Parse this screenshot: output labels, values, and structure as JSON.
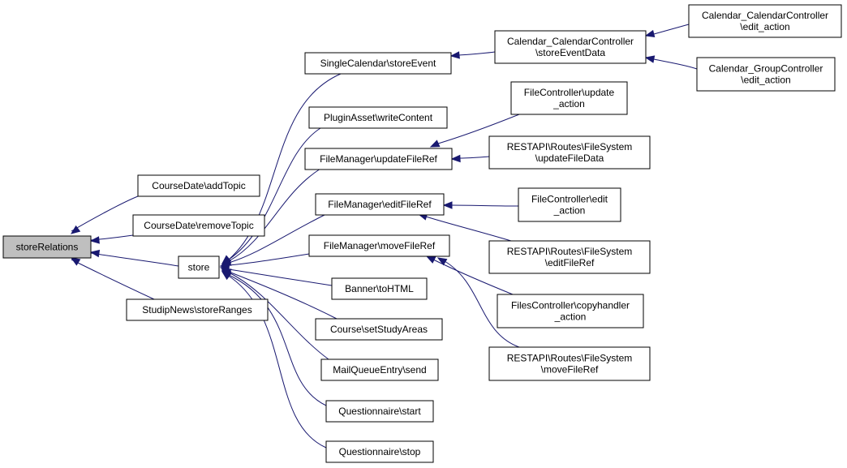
{
  "diagram": {
    "nodes": [
      {
        "id": "storeRelations",
        "lines": [
          "storeRelations"
        ],
        "root": true
      },
      {
        "id": "addTopic",
        "lines": [
          "CourseDate\\addTopic"
        ]
      },
      {
        "id": "removeTopic",
        "lines": [
          "CourseDate\\removeTopic"
        ]
      },
      {
        "id": "store",
        "lines": [
          "store"
        ]
      },
      {
        "id": "storeRanges",
        "lines": [
          "StudipNews\\storeRanges"
        ]
      },
      {
        "id": "storeEvent",
        "lines": [
          "SingleCalendar\\storeEvent"
        ]
      },
      {
        "id": "writeContent",
        "lines": [
          "PluginAsset\\writeContent"
        ]
      },
      {
        "id": "updateFileRef",
        "lines": [
          "FileManager\\updateFileRef"
        ]
      },
      {
        "id": "editFileRef",
        "lines": [
          "FileManager\\editFileRef"
        ]
      },
      {
        "id": "moveFileRef",
        "lines": [
          "FileManager\\moveFileRef"
        ]
      },
      {
        "id": "toHTML",
        "lines": [
          "Banner\\toHTML"
        ]
      },
      {
        "id": "setStudyAreas",
        "lines": [
          "Course\\setStudyAreas"
        ]
      },
      {
        "id": "send",
        "lines": [
          "MailQueueEntry\\send"
        ]
      },
      {
        "id": "qstart",
        "lines": [
          "Questionnaire\\start"
        ]
      },
      {
        "id": "qstop",
        "lines": [
          "Questionnaire\\stop"
        ]
      },
      {
        "id": "storeEventData",
        "lines": [
          "Calendar_CalendarController",
          "\\storeEventData"
        ]
      },
      {
        "id": "calEdit",
        "lines": [
          "Calendar_CalendarController",
          "\\edit_action"
        ]
      },
      {
        "id": "groupEdit",
        "lines": [
          "Calendar_GroupController",
          "\\edit_action"
        ]
      },
      {
        "id": "fcUpdate",
        "lines": [
          "FileController\\update",
          "_action"
        ]
      },
      {
        "id": "rsUpdate",
        "lines": [
          "RESTAPI\\Routes\\FileSystem",
          "\\updateFileData"
        ]
      },
      {
        "id": "fcEdit",
        "lines": [
          "FileController\\edit",
          "_action"
        ]
      },
      {
        "id": "rsEdit",
        "lines": [
          "RESTAPI\\Routes\\FileSystem",
          "\\editFileRef"
        ]
      },
      {
        "id": "fcCopy",
        "lines": [
          "FilesController\\copyhandler",
          "_action"
        ]
      },
      {
        "id": "rsMove",
        "lines": [
          "RESTAPI\\Routes\\FileSystem",
          "\\moveFileRef"
        ]
      }
    ],
    "edges": [
      {
        "from": "addTopic",
        "to": "storeRelations"
      },
      {
        "from": "removeTopic",
        "to": "storeRelations"
      },
      {
        "from": "store",
        "to": "storeRelations"
      },
      {
        "from": "storeRanges",
        "to": "storeRelations"
      },
      {
        "from": "storeEvent",
        "to": "store"
      },
      {
        "from": "writeContent",
        "to": "store"
      },
      {
        "from": "updateFileRef",
        "to": "store"
      },
      {
        "from": "editFileRef",
        "to": "store"
      },
      {
        "from": "moveFileRef",
        "to": "store"
      },
      {
        "from": "toHTML",
        "to": "store"
      },
      {
        "from": "setStudyAreas",
        "to": "store"
      },
      {
        "from": "send",
        "to": "store"
      },
      {
        "from": "qstart",
        "to": "store"
      },
      {
        "from": "qstop",
        "to": "store"
      },
      {
        "from": "storeEventData",
        "to": "storeEvent"
      },
      {
        "from": "calEdit",
        "to": "storeEventData"
      },
      {
        "from": "groupEdit",
        "to": "storeEventData"
      },
      {
        "from": "fcUpdate",
        "to": "updateFileRef"
      },
      {
        "from": "rsUpdate",
        "to": "updateFileRef"
      },
      {
        "from": "fcEdit",
        "to": "editFileRef"
      },
      {
        "from": "rsEdit",
        "to": "editFileRef"
      },
      {
        "from": "fcCopy",
        "to": "moveFileRef"
      },
      {
        "from": "rsMove",
        "to": "moveFileRef"
      }
    ]
  }
}
